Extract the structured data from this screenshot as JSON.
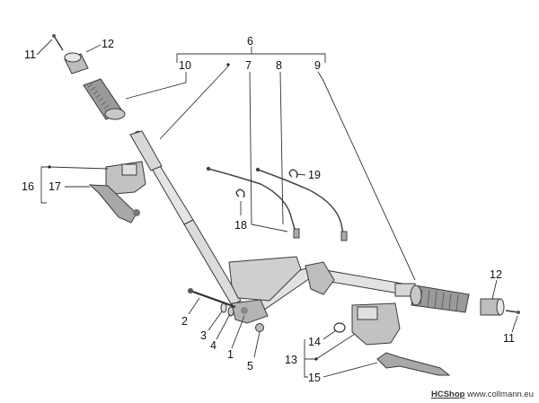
{
  "labels": {
    "l6": "6",
    "l7": "7",
    "l8": "8",
    "l9": "9",
    "l10": "10",
    "l11a": "11",
    "l12a": "12",
    "l16": "16",
    "l17": "17",
    "l18": "18",
    "l19": "19",
    "l2": "2",
    "l3": "3",
    "l4": "4",
    "l1": "1",
    "l5": "5",
    "l12b": "12",
    "l11b": "11",
    "l14": "14",
    "l13": "13",
    "l15": "15"
  },
  "footer": {
    "brand": "HCShop",
    "url": "www.collmann.eu"
  }
}
